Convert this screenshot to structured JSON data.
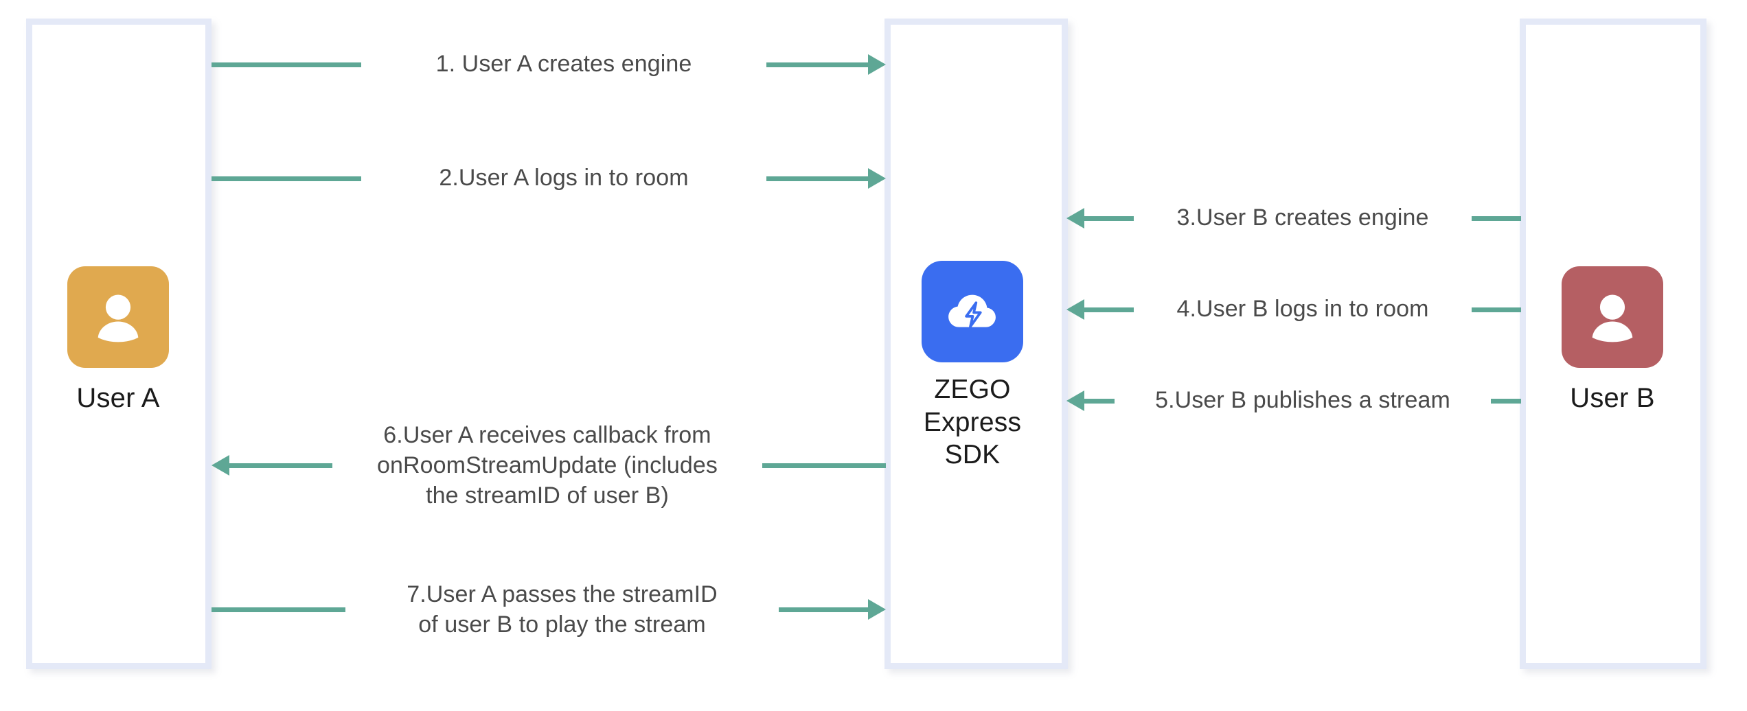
{
  "diagram": {
    "type": "sequence-diagram",
    "title": "ZEGO Express SDK publish/play sequence",
    "colors": {
      "lane_border": "#e4e9f7",
      "arrow": "#5ea795",
      "avatar_user_a": "#e0a94f",
      "avatar_user_b": "#b55f63",
      "avatar_sdk": "#3a6df0",
      "label_text": "#4a4a4a",
      "actor_text": "#1b1b1b",
      "background": "#ffffff"
    },
    "actors": [
      {
        "id": "user-a",
        "label": "User A",
        "avatar_icon": "person-avatar-icon",
        "color": "#e0a94f"
      },
      {
        "id": "zego-sdk",
        "label": "ZEGO\nExpress\nSDK",
        "avatar_icon": "cloud-bolt-icon",
        "color": "#3a6df0"
      },
      {
        "id": "user-b",
        "label": "User B",
        "avatar_icon": "person-avatar-icon",
        "color": "#b55f63"
      }
    ],
    "messages": [
      {
        "step": 1,
        "label": "1. User A creates engine",
        "from": "user-a",
        "to": "zego-sdk",
        "direction": "right"
      },
      {
        "step": 2,
        "label": "2.User A logs in to room",
        "from": "user-a",
        "to": "zego-sdk",
        "direction": "right"
      },
      {
        "step": 3,
        "label": "3.User B creates engine",
        "from": "user-b",
        "to": "zego-sdk",
        "direction": "left"
      },
      {
        "step": 4,
        "label": "4.User B logs in to room",
        "from": "user-b",
        "to": "zego-sdk",
        "direction": "left"
      },
      {
        "step": 5,
        "label": "5.User B publishes a stream",
        "from": "user-b",
        "to": "zego-sdk",
        "direction": "left"
      },
      {
        "step": 6,
        "label": "6.User A receives callback from\nonRoomStreamUpdate (includes\nthe streamID of user B)",
        "from": "zego-sdk",
        "to": "user-a",
        "direction": "left"
      },
      {
        "step": 7,
        "label": "7.User A passes the streamID\nof user B to play the stream",
        "from": "user-a",
        "to": "zego-sdk",
        "direction": "right"
      }
    ]
  }
}
